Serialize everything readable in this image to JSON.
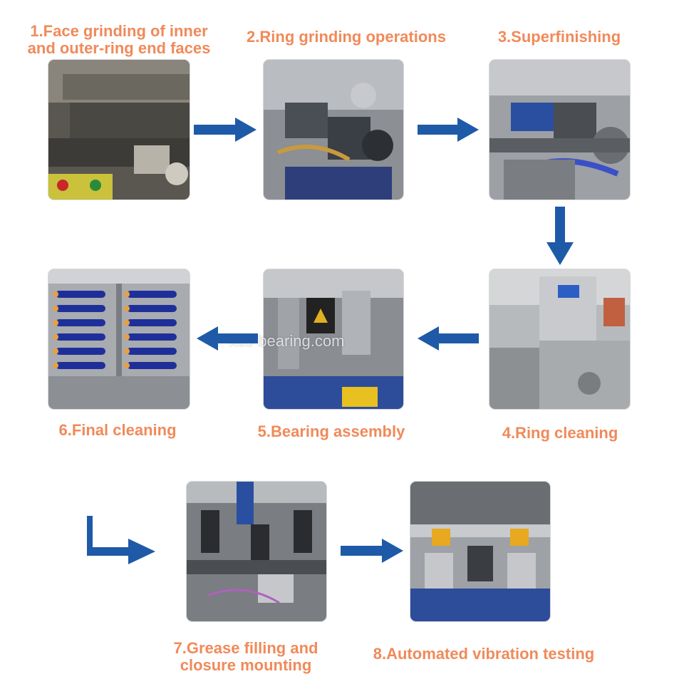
{
  "steps": [
    {
      "label": "1.Face grinding of inner\nand outer-ring end faces"
    },
    {
      "label": "2.Ring grinding operations"
    },
    {
      "label": "3.Superfinishing"
    },
    {
      "label": "4.Ring cleaning"
    },
    {
      "label": "5.Bearing assembly"
    },
    {
      "label": "6.Final cleaning"
    },
    {
      "label": "7.Grease filling and\nclosure mounting"
    },
    {
      "label": "8.Automated vibration testing"
    }
  ],
  "watermark": "xcs-bearing.com",
  "colors": {
    "label": "#f08a5a",
    "arrow": "#1f5aa8"
  }
}
